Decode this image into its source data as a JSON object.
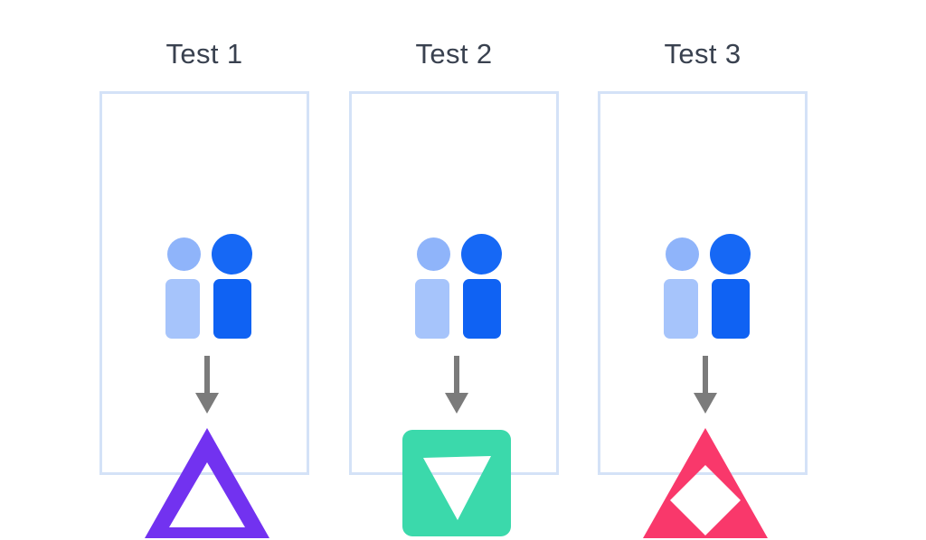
{
  "diagram": {
    "title_text_color": "#39414f",
    "background": "#ffffff",
    "panel_border_color": "#d4e2f7",
    "arrow_color": "#7b7b7b",
    "person_light_color": "#a6c4fb",
    "person_dark_color": "#0f62f3",
    "panels": [
      {
        "id": "test-1",
        "label": "Test 1",
        "actor_icon": "two-people-icon",
        "arrow_icon": "down-arrow-icon",
        "outcome_icon": "outlined-triangle-icon",
        "outcome_shape": "triangle-outline",
        "outcome_color": "#7232f0",
        "outcome_cutout": "triangle"
      },
      {
        "id": "test-2",
        "label": "Test 2",
        "actor_icon": "two-people-icon",
        "arrow_icon": "down-arrow-icon",
        "outcome_icon": "rounded-square-with-down-triangle-icon",
        "outcome_shape": "rounded-square",
        "outcome_color": "#3bd9ab",
        "outcome_cutout": "down-triangle"
      },
      {
        "id": "test-3",
        "label": "Test 3",
        "actor_icon": "two-people-icon",
        "arrow_icon": "down-arrow-icon",
        "outcome_icon": "triangle-with-diamond-cutout-icon",
        "outcome_shape": "triangle-filled",
        "outcome_color": "#f9386b",
        "outcome_cutout": "diamond"
      }
    ]
  }
}
